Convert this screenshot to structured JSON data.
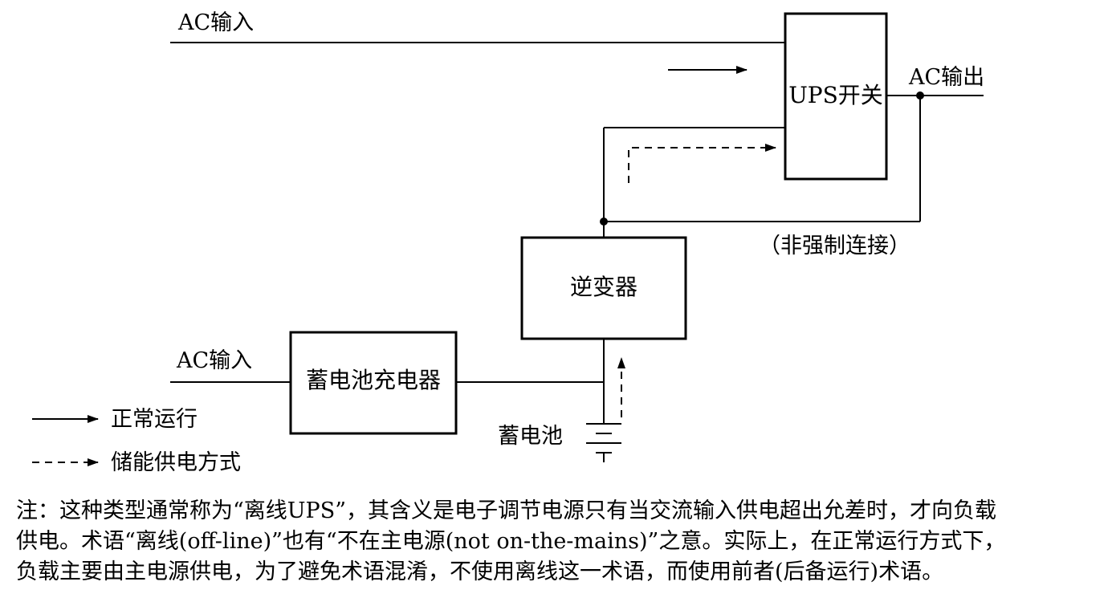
{
  "diagram": {
    "labels": {
      "ac_in_top": "AC输入",
      "ac_out": "AC输出",
      "ups_switch": "UPS开关",
      "optional_link": "（非强制连接）",
      "inverter": "逆变器",
      "ac_in_bottom": "AC输入",
      "charger": "蓄电池充电器",
      "battery": "蓄电池"
    },
    "legend": {
      "normal": "正常运行",
      "stored_energy": "储能供电方式"
    }
  },
  "note": {
    "line1": "注：这种类型通常称为“离线UPS”，其含义是电子调节电源只有当交流输入供电超出允差时，才向负载",
    "line2": "供电。术语“离线(off-line)”也有“不在主电源(not on-the-mains)”之意。实际上，在正常运行方式下，",
    "line3": "负载主要由主电源供电，为了避免术语混淆，不使用离线这一术语，而使用前者(后备运行)术语。"
  }
}
